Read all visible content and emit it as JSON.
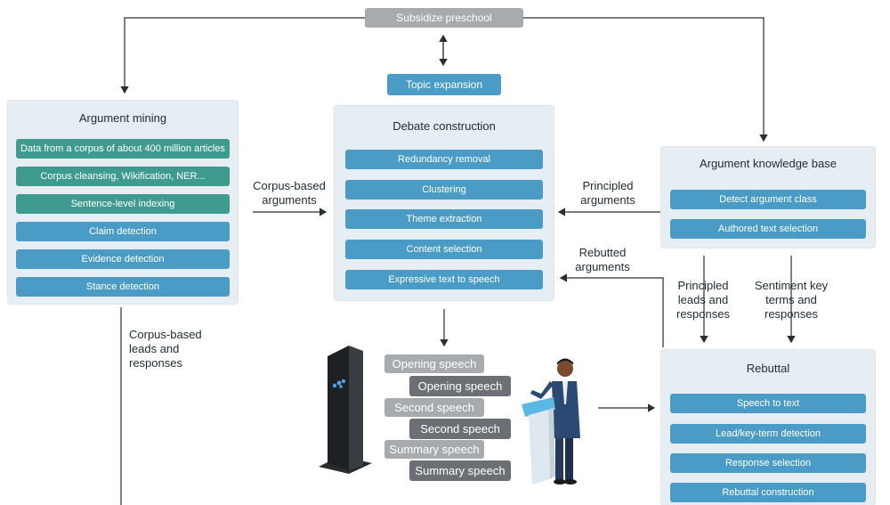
{
  "top": {
    "subsidize": "Subsidize preschool",
    "topic_expansion": "Topic expansion"
  },
  "mining": {
    "title": "Argument mining",
    "items": [
      "Data from a corpus of about 400 million articles",
      "Corpus cleansing, Wikification, NER...",
      "Sentence-level indexing",
      "Claim detection",
      "Evidence detection",
      "Stance detection"
    ]
  },
  "debate": {
    "title": "Debate construction",
    "items": [
      "Redundancy removal",
      "Clustering",
      "Theme extraction",
      "Content selection",
      "Expressive text to speech"
    ]
  },
  "knowledge": {
    "title": "Argument knowledge base",
    "items": [
      "Detect argument class",
      "Authored text selection"
    ]
  },
  "rebuttal": {
    "title": "Rebuttal",
    "items": [
      "Speech to text",
      "Lead/key-term detection",
      "Response selection",
      "Rebuttal construction"
    ]
  },
  "labels": {
    "corpus_args": "Corpus-based arguments",
    "principled_args": "Principled arguments",
    "rebutted_args": "Rebutted arguments",
    "corpus_leads": "Corpus-based leads and responses",
    "principled_leads": "Principled leads and responses",
    "sentiment": "Sentiment key terms and responses"
  },
  "speeches": {
    "machine": [
      "Opening speech",
      "Second speech",
      "Summary speech"
    ],
    "human": [
      "Opening speech",
      "Second speech",
      "Summary speech"
    ]
  },
  "colors": {
    "teal": "#3f9b8f",
    "blue": "#4a9cc7",
    "light_gray": "#a7abae",
    "dark_gray": "#6c7074",
    "panel": "#e7eef3"
  }
}
